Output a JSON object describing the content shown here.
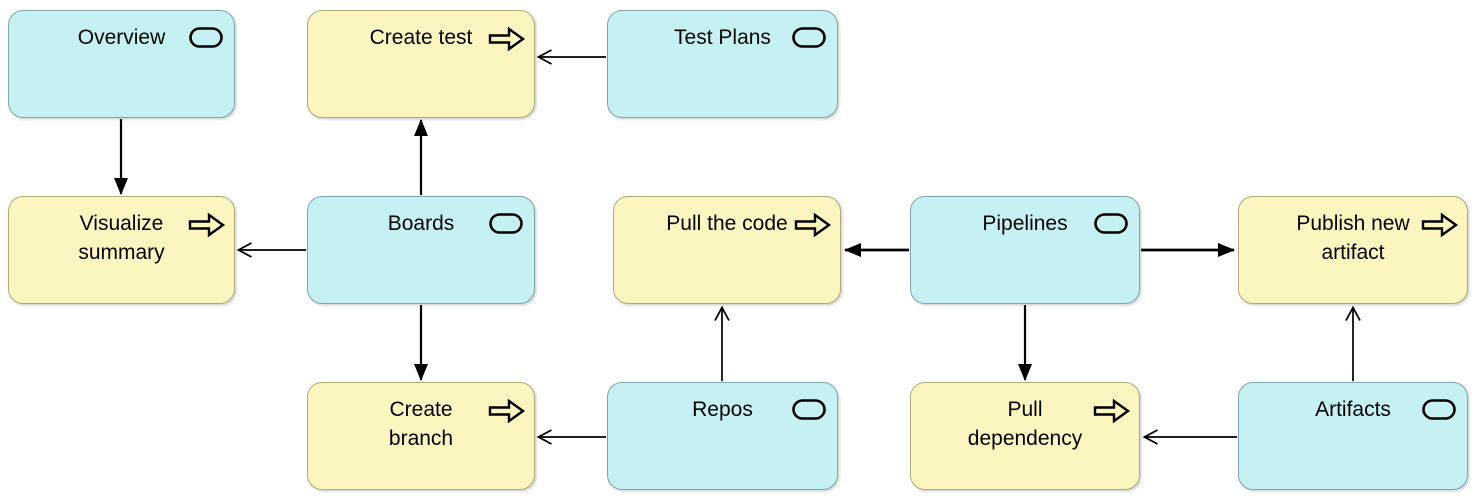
{
  "colors": {
    "background": "#FFFFFF",
    "service_fill": "#C6F1F3",
    "service_border": "#7FA7AB",
    "process_fill": "#FBF6BF",
    "process_border": "#B0AC78",
    "edge": "#000000",
    "text": "#000000"
  },
  "nodes": {
    "overview": {
      "label": "Overview",
      "type": "application-service",
      "icon": "capsule-icon"
    },
    "create_test": {
      "label": "Create test",
      "type": "application-process",
      "icon": "block-arrow-icon"
    },
    "test_plans": {
      "label": "Test Plans",
      "type": "application-service",
      "icon": "capsule-icon"
    },
    "visualize_summary": {
      "label": "Visualize\nsummary",
      "type": "application-process",
      "icon": "block-arrow-icon"
    },
    "boards": {
      "label": "Boards",
      "type": "application-service",
      "icon": "capsule-icon"
    },
    "pull_the_code": {
      "label": "Pull the code",
      "type": "application-process",
      "icon": "block-arrow-icon"
    },
    "pipelines": {
      "label": "Pipelines",
      "type": "application-service",
      "icon": "capsule-icon"
    },
    "publish_new_artifact": {
      "label": "Publish new\nartifact",
      "type": "application-process",
      "icon": "block-arrow-icon"
    },
    "create_branch": {
      "label": "Create\nbranch",
      "type": "application-process",
      "icon": "block-arrow-icon"
    },
    "repos": {
      "label": "Repos",
      "type": "application-service",
      "icon": "capsule-icon"
    },
    "pull_dependency": {
      "label": "Pull\ndependency",
      "type": "application-process",
      "icon": "block-arrow-icon"
    },
    "artifacts": {
      "label": "Artifacts",
      "type": "application-service",
      "icon": "capsule-icon"
    }
  },
  "edges": [
    {
      "from": "overview",
      "to": "visualize_summary",
      "arrowhead": "filled"
    },
    {
      "from": "boards",
      "to": "create_test",
      "arrowhead": "filled"
    },
    {
      "from": "test_plans",
      "to": "create_test",
      "arrowhead": "open"
    },
    {
      "from": "boards",
      "to": "visualize_summary",
      "arrowhead": "open"
    },
    {
      "from": "boards",
      "to": "create_branch",
      "arrowhead": "filled"
    },
    {
      "from": "repos",
      "to": "create_branch",
      "arrowhead": "open"
    },
    {
      "from": "repos",
      "to": "pull_the_code",
      "arrowhead": "open"
    },
    {
      "from": "pipelines",
      "to": "pull_the_code",
      "arrowhead": "filled"
    },
    {
      "from": "pipelines",
      "to": "publish_new_artifact",
      "arrowhead": "filled"
    },
    {
      "from": "pipelines",
      "to": "pull_dependency",
      "arrowhead": "filled"
    },
    {
      "from": "artifacts",
      "to": "pull_dependency",
      "arrowhead": "open"
    },
    {
      "from": "artifacts",
      "to": "publish_new_artifact",
      "arrowhead": "open"
    }
  ]
}
